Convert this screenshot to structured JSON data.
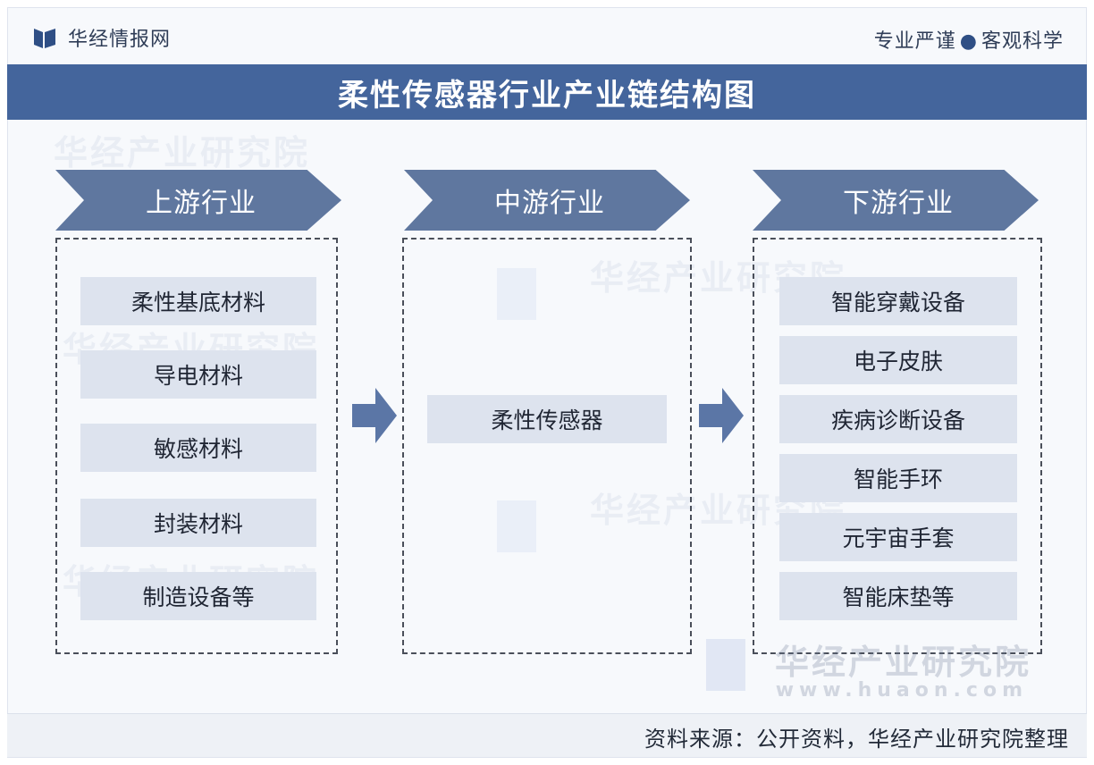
{
  "header": {
    "logo_text": "华经情报网",
    "slogan_left": "专业严谨",
    "slogan_dot": "●",
    "slogan_right": "客观科学"
  },
  "title": "柔性传感器行业产业链结构图",
  "watermark": {
    "name": "华经产业研究院",
    "url": "www.huaon.com"
  },
  "columns": [
    {
      "label": "上游行业",
      "items": [
        "柔性基底材料",
        "导电材料",
        "敏感材料",
        "封装材料",
        "制造设备等"
      ]
    },
    {
      "label": "中游行业",
      "items": [
        "柔性传感器"
      ]
    },
    {
      "label": "下游行业",
      "items": [
        "智能穿戴设备",
        "电子皮肤",
        "疾病诊断设备",
        "智能手环",
        "元宇宙手套",
        "智能床垫等"
      ]
    }
  ],
  "source": "资料来源：公开资料，华经产业研究院整理",
  "colors": {
    "title_bar": "#44659c",
    "chevron": "#5f779f",
    "item_bg": "#dde3ee",
    "arrow": "#5b76a6"
  }
}
